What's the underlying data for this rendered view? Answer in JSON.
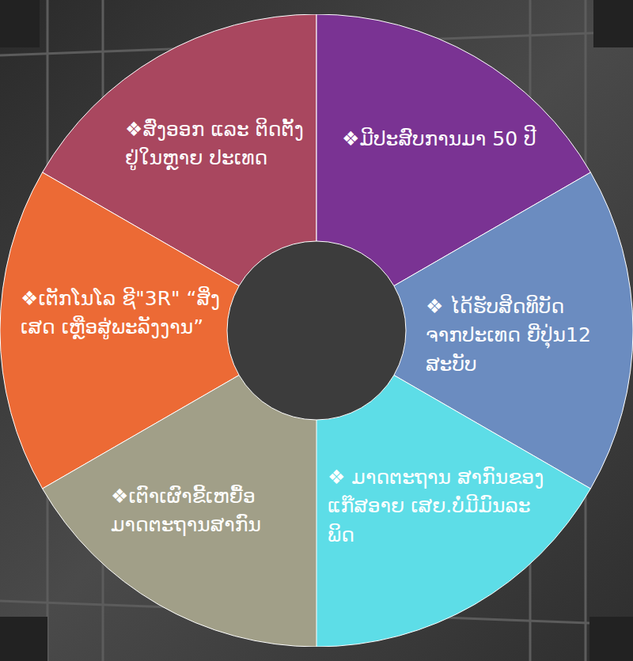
{
  "diagram": {
    "nodes": [
      {
        "text": [
          "❖ສົ່ງອອກ ແລະ ຕິດຕັ້ງຢູ່ໃນຫຼາຍ ປະເທດ"
        ]
      },
      {
        "text": [
          "❖ມີປະສົບການມາ 50 ປີ"
        ]
      },
      {
        "text": [
          "❖ເຕັກໂນໂລ ຊີ\"3R\" “ສິ່ງເສດ ເຫຼືອສູ່ພະລັງງານ”"
        ]
      },
      {
        "text": [
          "❖ ໄດ້ຮັບສິດທິບັດ ຈາກປະເທດ ຍີ່ປຸ່ນ12 ສະບັບ"
        ]
      },
      {
        "text": [
          "❖ເຕົາເຜົາຂີ້ເຫຍື້ອ ມາດຕະຖານສາກົນ"
        ]
      },
      {
        "text": [
          "❖ ມາດຕະຖານ ສາກົນຂອງແກ໊ສອາຍ ເສຍ.ບໍ່ມີມົນລະພິດ"
        ]
      }
    ]
  }
}
